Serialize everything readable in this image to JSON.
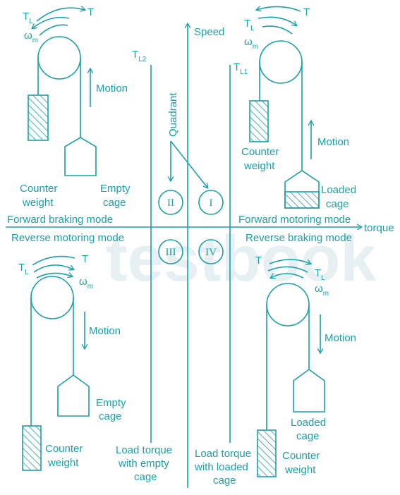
{
  "colors": {
    "line": "#1aa0a8",
    "watermark": "#e6eff1"
  },
  "watermark": "testbook",
  "axes": {
    "speed": "Speed",
    "torque": "torque",
    "TL2": "T",
    "TL2_sub": "L2",
    "TL1": "T",
    "TL1_sub": "L1"
  },
  "quadrant_label": "Quadrant",
  "quadrants": [
    "I",
    "II",
    "III",
    "IV"
  ],
  "modes": {
    "forward_braking": "Forward braking mode",
    "forward_motoring": "Forward motoring mode",
    "reverse_motoring": "Reverse motoring mode",
    "reverse_braking": "Reverse braking mode"
  },
  "symbols": {
    "T": "T",
    "TL": "T",
    "TL_sub": "L",
    "wm": "ω",
    "wm_sub": "m"
  },
  "motion": "Motion",
  "counter_weight": [
    "Counter",
    "weight"
  ],
  "empty_cage": [
    "Empty",
    "cage"
  ],
  "loaded_cage": [
    "Loaded",
    "cage"
  ],
  "load_torque_empty": [
    "Load torque",
    "with empty",
    "cage"
  ],
  "load_torque_loaded": [
    "Load torque",
    "with loaded",
    "cage"
  ]
}
